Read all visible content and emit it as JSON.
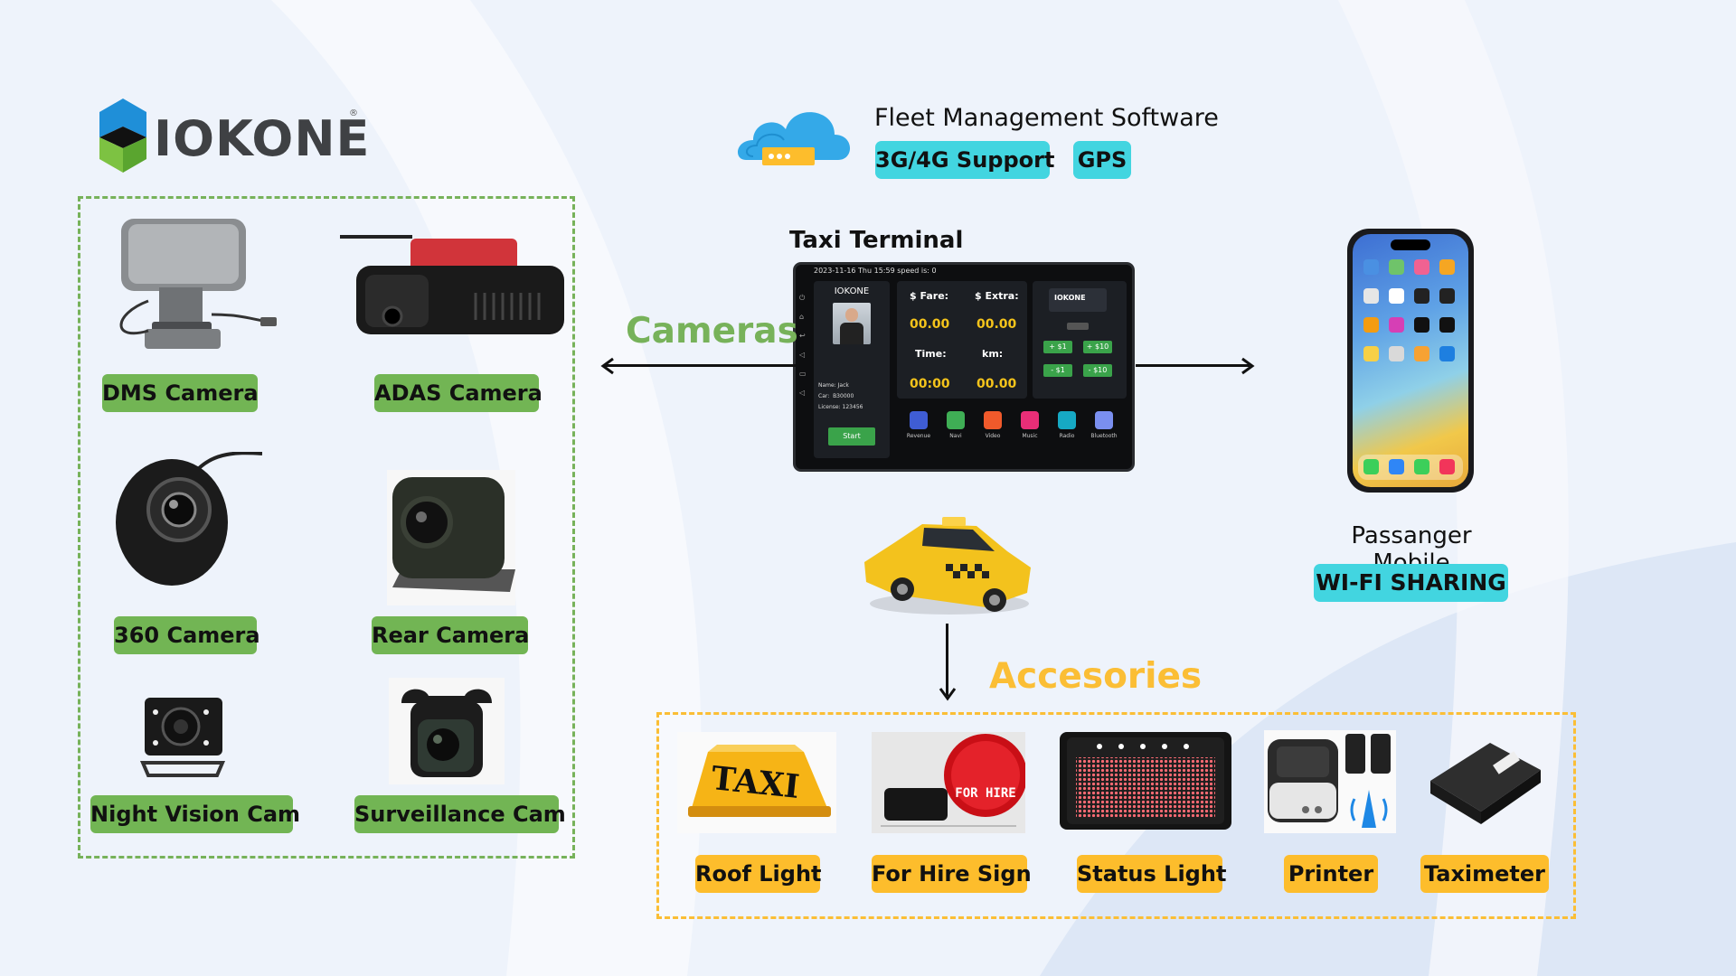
{
  "brand": {
    "name": "IOKONE"
  },
  "cloud": {
    "title": "Fleet Management Software",
    "tag1": "3G/4G Support",
    "tag2": "GPS"
  },
  "terminal": {
    "title": "Taxi Terminal",
    "status": "2023-11-16  Thu  15:59    speed is:  0",
    "brand": "IOKONE",
    "fare_label": "$ Fare:",
    "extra_label": "$ Extra:",
    "time_label": "Time:",
    "km_label": "km:",
    "fare": "00.00",
    "extra": "00.00",
    "time": "00:00",
    "km": "00.00",
    "driver_name": "Name:  Jack",
    "driver_car": "Car:   B30000",
    "driver_license": "License:  123456",
    "start": "Start",
    "logo_mini": "IOKONE",
    "plus1": "+ $1",
    "plus10": "+ $10",
    "minus1": "- $1",
    "minus10": "- $10",
    "apps": [
      "Revenue",
      "Navi",
      "Video",
      "Music",
      "Radio",
      "Bluetooth"
    ]
  },
  "cameras": {
    "label": "Cameras",
    "items": [
      "DMS Camera",
      "ADAS Camera",
      "360 Camera",
      "Rear Camera",
      "Night Vision Cam",
      "Surveillance Cam"
    ]
  },
  "mobile": {
    "title": "Passanger Mobile",
    "tag": "WI-FI SHARING"
  },
  "accessories": {
    "label": "Accesories",
    "items": [
      "Roof Light",
      "For Hire Sign",
      "Status Light",
      "Printer",
      "Taximeter"
    ],
    "taxi_sign_text": "TAXI",
    "hire_sign_text": "FOR HIRE"
  },
  "colors": {
    "green": "#72b554",
    "yellow": "#fdbd2c",
    "cyan": "#42d5e0",
    "green_text": "#77b25a",
    "yellow_text": "#fbbe35"
  }
}
